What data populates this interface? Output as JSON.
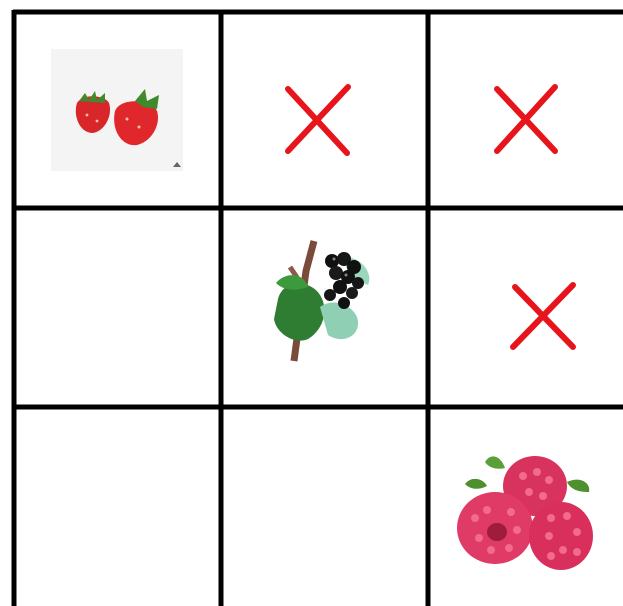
{
  "board": {
    "rows": 3,
    "cols": 3,
    "line_color": "#000000",
    "mark_color": "#e8141c",
    "cells": [
      {
        "row": 0,
        "col": 0,
        "state": "strawberries",
        "icon": "strawberry-icon"
      },
      {
        "row": 0,
        "col": 1,
        "state": "cross",
        "icon": "cross-mark-icon"
      },
      {
        "row": 0,
        "col": 2,
        "state": "cross",
        "icon": "cross-mark-icon"
      },
      {
        "row": 1,
        "col": 0,
        "state": "empty",
        "icon": ""
      },
      {
        "row": 1,
        "col": 1,
        "state": "blackcurrant",
        "icon": "blackcurrant-icon"
      },
      {
        "row": 1,
        "col": 2,
        "state": "cross",
        "icon": "cross-mark-icon"
      },
      {
        "row": 2,
        "col": 0,
        "state": "empty",
        "icon": ""
      },
      {
        "row": 2,
        "col": 1,
        "state": "empty",
        "icon": ""
      },
      {
        "row": 2,
        "col": 2,
        "state": "raspberries",
        "icon": "raspberry-icon"
      }
    ]
  }
}
